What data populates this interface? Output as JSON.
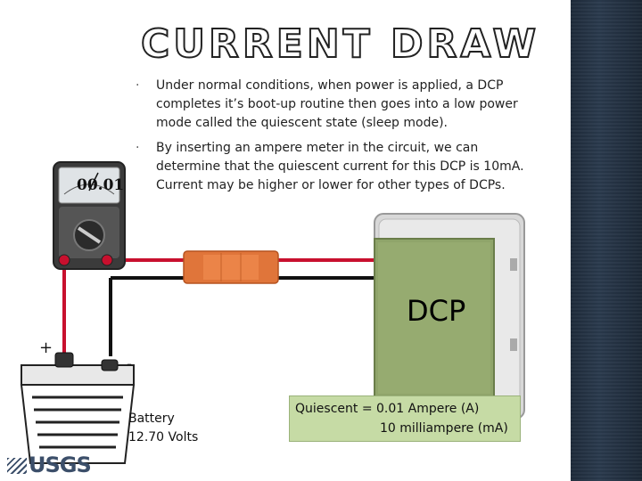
{
  "slide": {
    "title": "CURRENT DRAW",
    "bullets": [
      "Under normal conditions, when power is applied, a DCP completes it’s boot-up routine then goes into a low power mode called the quiescent state (sleep mode).",
      "By inserting an ampere meter in the circuit, we can determine that the quiescent current for this DCP is 10mA. Current may be higher or lower for other types of DCPs."
    ],
    "bullet_glyph": "·"
  },
  "diagram": {
    "meter_reading": "00.01",
    "dcp_label": "DCP",
    "battery": {
      "label": "Battery",
      "voltage": "12.70 Volts"
    },
    "polarity": {
      "plus": "+",
      "minus": "-"
    },
    "quiescent": {
      "line1": "Quiescent = 0.01 Ampere (A)",
      "line2": "10 milliampere (mA)"
    },
    "colors": {
      "positive_wire": "#c8102e",
      "negative_wire": "#111111",
      "dcp_panel": "#8fa46a",
      "fuse": "#e0753a"
    }
  },
  "footer": {
    "logo": "USGS"
  }
}
